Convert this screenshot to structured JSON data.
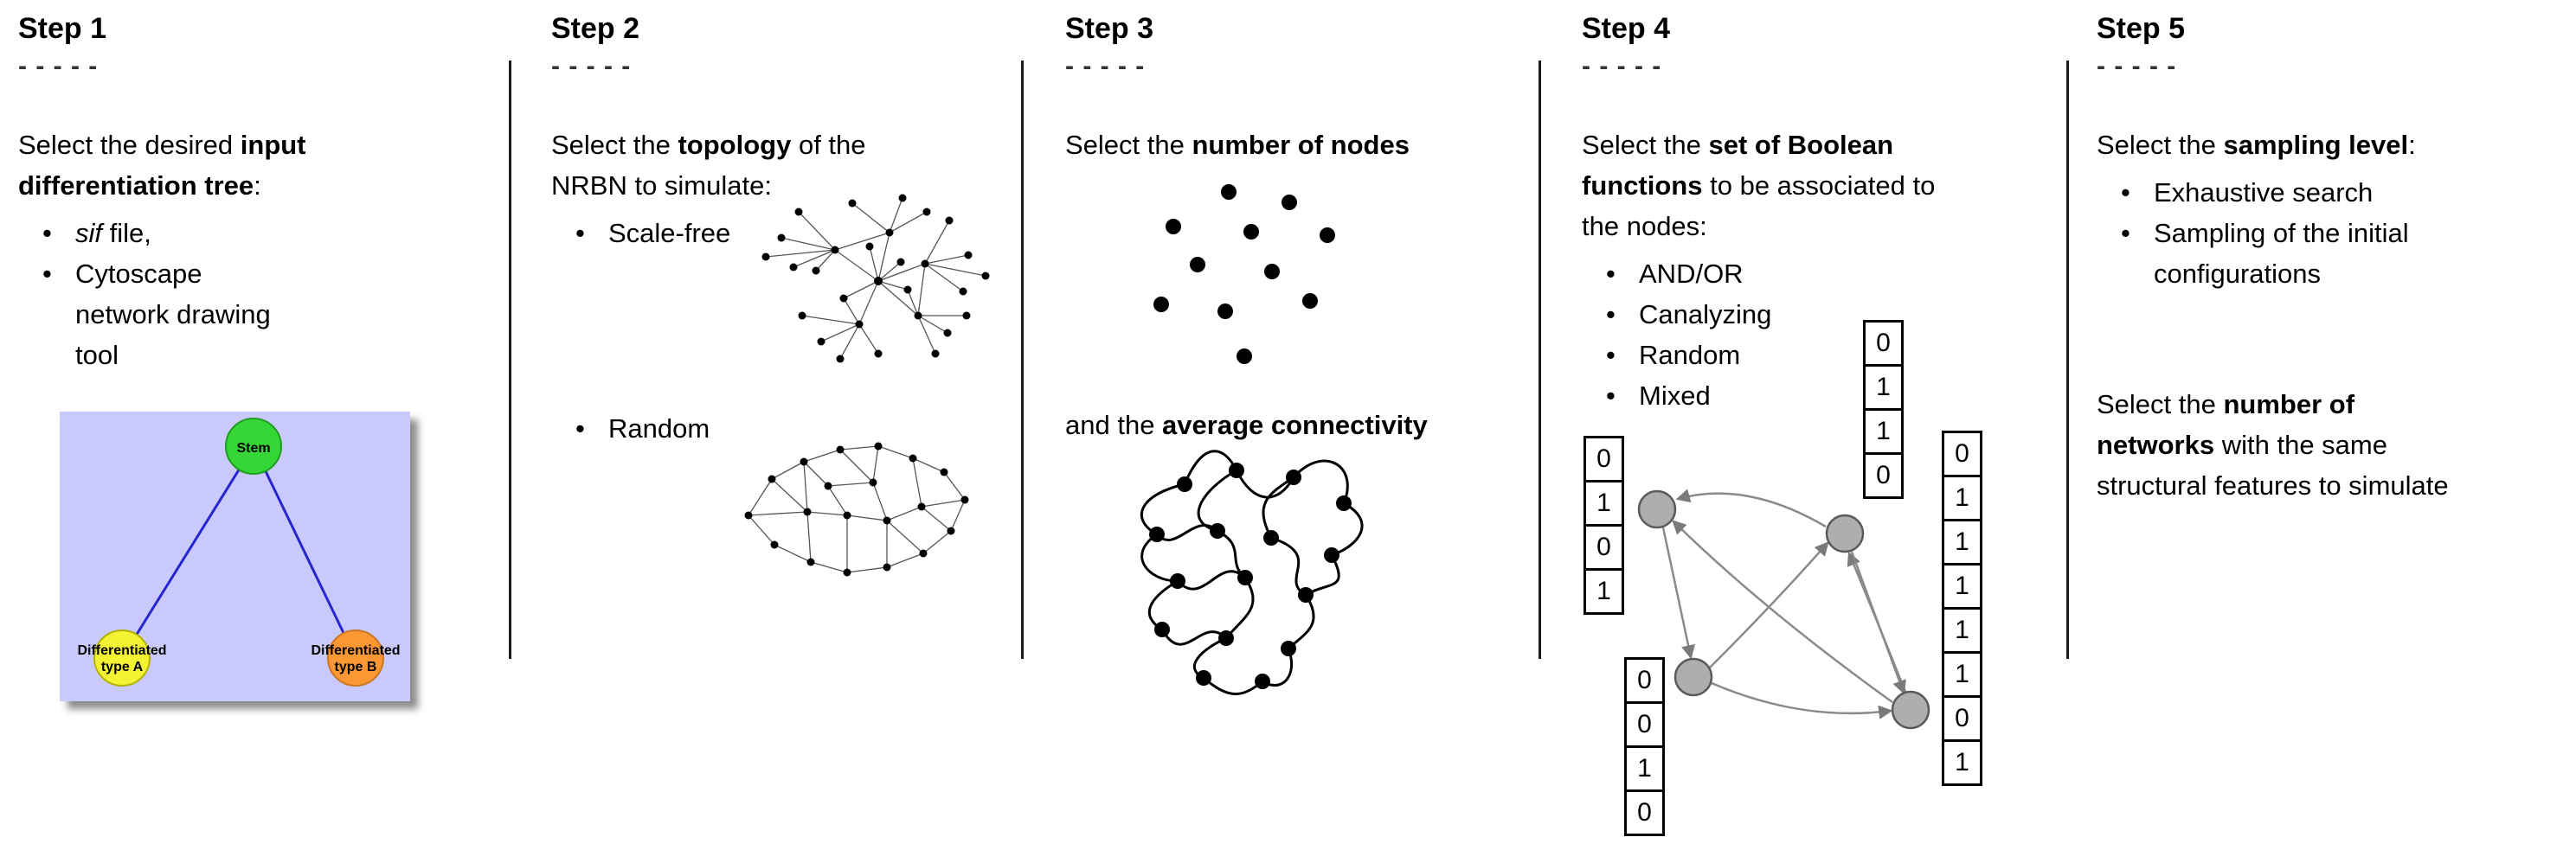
{
  "steps": [
    {
      "title": "Step 1",
      "dashes": "- - - - -",
      "intro_lines": [
        [
          {
            "t": "Select the desired "
          },
          {
            "t": "input",
            "b": true
          }
        ],
        [
          {
            "t": "differentiation tree",
            "b": true
          },
          {
            "t": ":"
          }
        ]
      ],
      "bullets": [
        [
          {
            "t": "sif",
            "i": true
          },
          {
            "t": " file,"
          }
        ],
        [
          {
            "t": "Cytoscape network drawing tool"
          }
        ]
      ],
      "tree": {
        "stem_label": "Stem",
        "type_a_line1": "Differentiated",
        "type_a_line2": "type A",
        "type_b_line1": "Differentiated",
        "type_b_line2": "type B",
        "colors": {
          "background": "#c9c9fb",
          "edge": "#2626cf",
          "stem": "#35d635",
          "type_a": "#f3f333",
          "type_b": "#fb9833"
        }
      }
    },
    {
      "title": "Step 2",
      "dashes": "- - - - -",
      "intro_lines": [
        [
          {
            "t": "Select the "
          },
          {
            "t": "topology",
            "b": true
          },
          {
            "t": " of the"
          }
        ],
        [
          {
            "t": "NRBN to simulate:"
          }
        ]
      ],
      "bullets": [
        [
          {
            "t": "Scale-free"
          }
        ],
        [
          {
            "t": "Random"
          }
        ]
      ]
    },
    {
      "title": "Step 3",
      "dashes": "- - - - -",
      "intro_lines": [
        [
          {
            "t": "Select the "
          },
          {
            "t": "number of nodes",
            "b": true
          }
        ]
      ],
      "second_lines": [
        [
          {
            "t": "and the "
          },
          {
            "t": "average connectivity",
            "b": true
          }
        ]
      ]
    },
    {
      "title": "Step 4",
      "dashes": "- - - - -",
      "intro_lines": [
        [
          {
            "t": "Select the "
          },
          {
            "t": "set of Boolean",
            "b": true
          }
        ],
        [
          {
            "t": "functions",
            "b": true
          },
          {
            "t": " to be associated to"
          }
        ],
        [
          {
            "t": "the nodes:"
          }
        ]
      ],
      "bullets": [
        [
          {
            "t": "AND/OR"
          }
        ],
        [
          {
            "t": "Canalyzing"
          }
        ],
        [
          {
            "t": "Random"
          }
        ],
        [
          {
            "t": "Mixed"
          }
        ]
      ],
      "truth_tables": {
        "left": [
          "0",
          "1",
          "0",
          "1"
        ],
        "top": [
          "0",
          "1",
          "1",
          "0"
        ],
        "bottom": [
          "0",
          "0",
          "1",
          "0"
        ],
        "right": [
          "0",
          "1",
          "1",
          "1",
          "1",
          "1",
          "0",
          "1"
        ]
      }
    },
    {
      "title": "Step 5",
      "dashes": "- - - - -",
      "intro_lines": [
        [
          {
            "t": "Select the "
          },
          {
            "t": "sampling level",
            "b": true
          },
          {
            "t": ":"
          }
        ]
      ],
      "bullets": [
        [
          {
            "t": "Exhaustive search"
          }
        ],
        [
          {
            "t": "Sampling of the initial configurations"
          }
        ]
      ],
      "second_lines": [
        [
          {
            "t": "Select the "
          },
          {
            "t": "number of",
            "b": true
          }
        ],
        [
          {
            "t": "networks",
            "b": true
          },
          {
            "t": " with the same"
          }
        ],
        [
          {
            "t": "structural features to simulate"
          }
        ]
      ]
    }
  ]
}
